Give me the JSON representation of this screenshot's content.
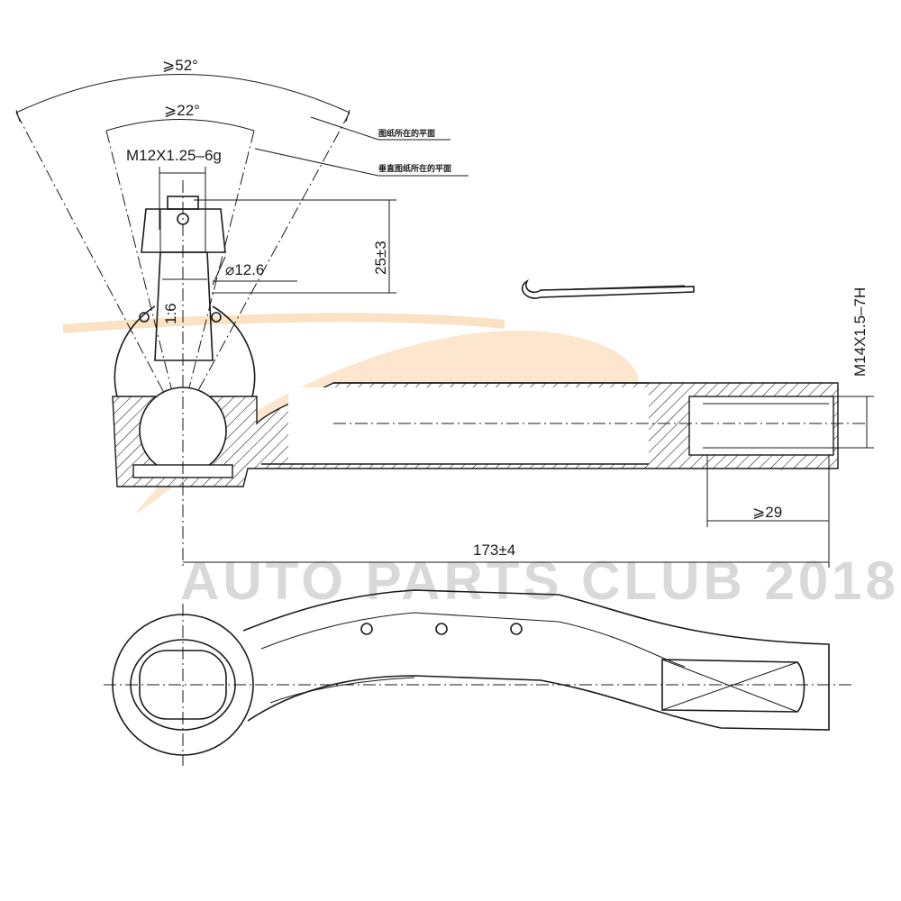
{
  "watermark": {
    "text": "AUTO PARTS CLUB 2018",
    "swoosh_color": "#f6c48a"
  },
  "dimensions": {
    "outer_angle": "⩾52°",
    "inner_angle": "⩾22°",
    "stud_thread": "M12X1.25–6g",
    "stud_height": "25±3",
    "stud_diameter": "⌀12.6",
    "taper": "1:6",
    "end_thread": "M14X1.5–7H",
    "thread_depth": "⩾29",
    "overall_length": "173±4"
  },
  "notes": {
    "drawing_plane": "图纸所在的平面",
    "perpendicular_plane": "垂直图纸所在的平面"
  },
  "colors": {
    "line": "#1a1a1a",
    "background": "#ffffff"
  }
}
